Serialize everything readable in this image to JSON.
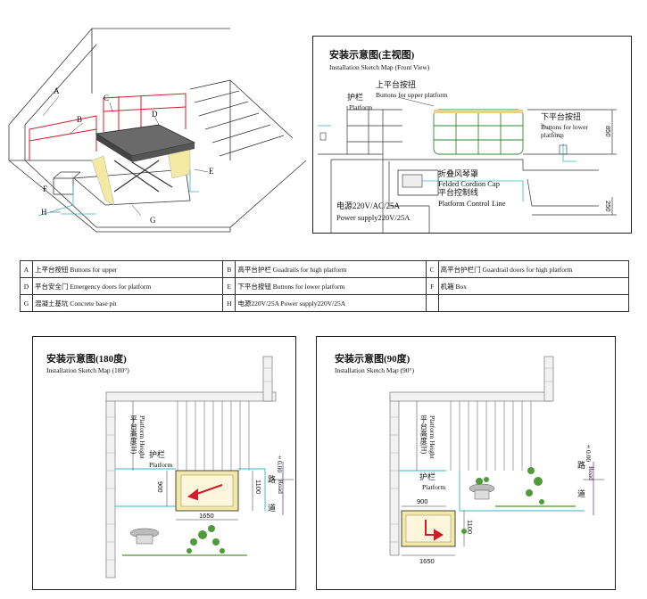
{
  "perspective": {
    "labels": {
      "A": "A",
      "B": "B",
      "C": "C",
      "D": "D",
      "E": "E",
      "F": "F",
      "G": "G",
      "H": "H"
    }
  },
  "front_view": {
    "title": "安装示意图(主视图)",
    "subtitle": "Installation Sketch Map (Front View)",
    "upper_button_cn": "上平台按扭",
    "upper_button_en": "Buttons for upper platform",
    "guard_cn": "护栏",
    "guard_en": "Platform",
    "lower_button_cn": "下平台按扭",
    "lower_button_en_1": "Buttons for lower",
    "lower_button_en_2": "platform",
    "dim_850": "850",
    "dim_250": "250",
    "cap_cn": "折叠风琴罩",
    "cap_en": "Felded Cordion Cap",
    "ctrl_cn": "平台控制线",
    "ctrl_en": "Platform Control Line",
    "power_cn": "电源220V/AC/25A",
    "power_en": "Power supply220V/25A"
  },
  "legend": {
    "rows": [
      [
        {
          "key": "A",
          "text": "上平台按钮  Buttons for upper"
        },
        {
          "key": "B",
          "text": "高平台护栏  Guadrails for high platform"
        },
        {
          "key": "C",
          "text": "高平台护栏门  Guardrail doors for high platform"
        }
      ],
      [
        {
          "key": "D",
          "text": "平台安全门  Emergency doors for platform"
        },
        {
          "key": "E",
          "text": "下平台按钮  Buttons for lower platform"
        },
        {
          "key": "F",
          "text": "机箱  Box"
        }
      ],
      [
        {
          "key": "G",
          "text": "混凝土基坑  Concrete base pit"
        },
        {
          "key": "H",
          "text": "电源220V/25A  Power supply220V/25A"
        },
        {
          "key": "",
          "text": ""
        }
      ]
    ]
  },
  "view_180": {
    "title": "安装示意图(180度)",
    "subtitle": "Installation Sketch Map (180°)",
    "height_cn": "平台高度(H)",
    "height_en": "Platform Height",
    "guard_cn": "护栏",
    "guard_en": "Platform",
    "dim_900": "900",
    "dim_1100": "1100",
    "dim_1650": "1650",
    "road_1": "道",
    "road_2": "路",
    "road_en": "Road",
    "level": "±0.00"
  },
  "view_90": {
    "title": "安装示意图(90度)",
    "subtitle": "Installation Sketch Map (90°)",
    "height_cn": "平台高度(H)",
    "height_en": "Platform Height",
    "guard_cn": "护栏",
    "guard_en": "Platform",
    "dim_900": "900",
    "dim_1100": "1100",
    "dim_1650": "1650",
    "road_1": "道",
    "road_2": "路",
    "road_en": "Road",
    "level": "±0.00"
  }
}
